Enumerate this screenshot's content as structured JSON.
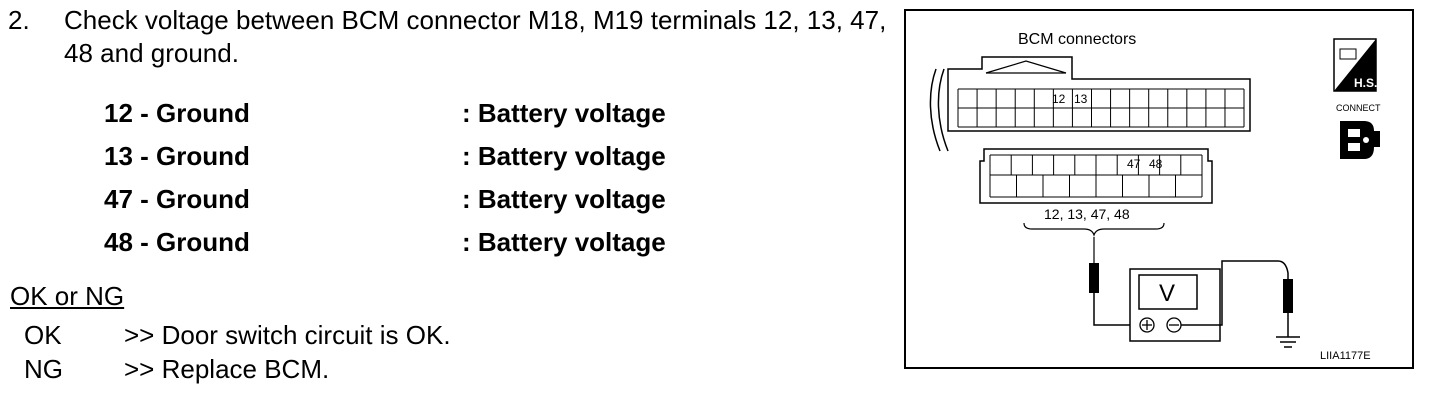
{
  "step": {
    "number": "2.",
    "text": "Check voltage between BCM connector M18, M19 terminals 12, 13, 47, 48 and ground."
  },
  "checks": [
    {
      "label": "12 - Ground",
      "value": ": Battery voltage"
    },
    {
      "label": "13 - Ground",
      "value": ": Battery voltage"
    },
    {
      "label": "47 - Ground",
      "value": ": Battery voltage"
    },
    {
      "label": "48 - Ground",
      "value": ": Battery voltage"
    }
  ],
  "ok_or_ng": "OK or NG",
  "results": [
    {
      "key": "OK",
      "action": ">> Door switch circuit is OK."
    },
    {
      "key": "NG",
      "action": ">> Replace BCM."
    }
  ],
  "figure": {
    "title": "BCM connectors",
    "terminals_top": [
      "12",
      "13"
    ],
    "terminals_bottom": [
      "47",
      "48"
    ],
    "terminal_list": "12, 13, 47, 48",
    "meter_label": "V",
    "hs_label": "H.S.",
    "connect_label": "CONNECT",
    "figure_id": "LIIA1177E"
  }
}
